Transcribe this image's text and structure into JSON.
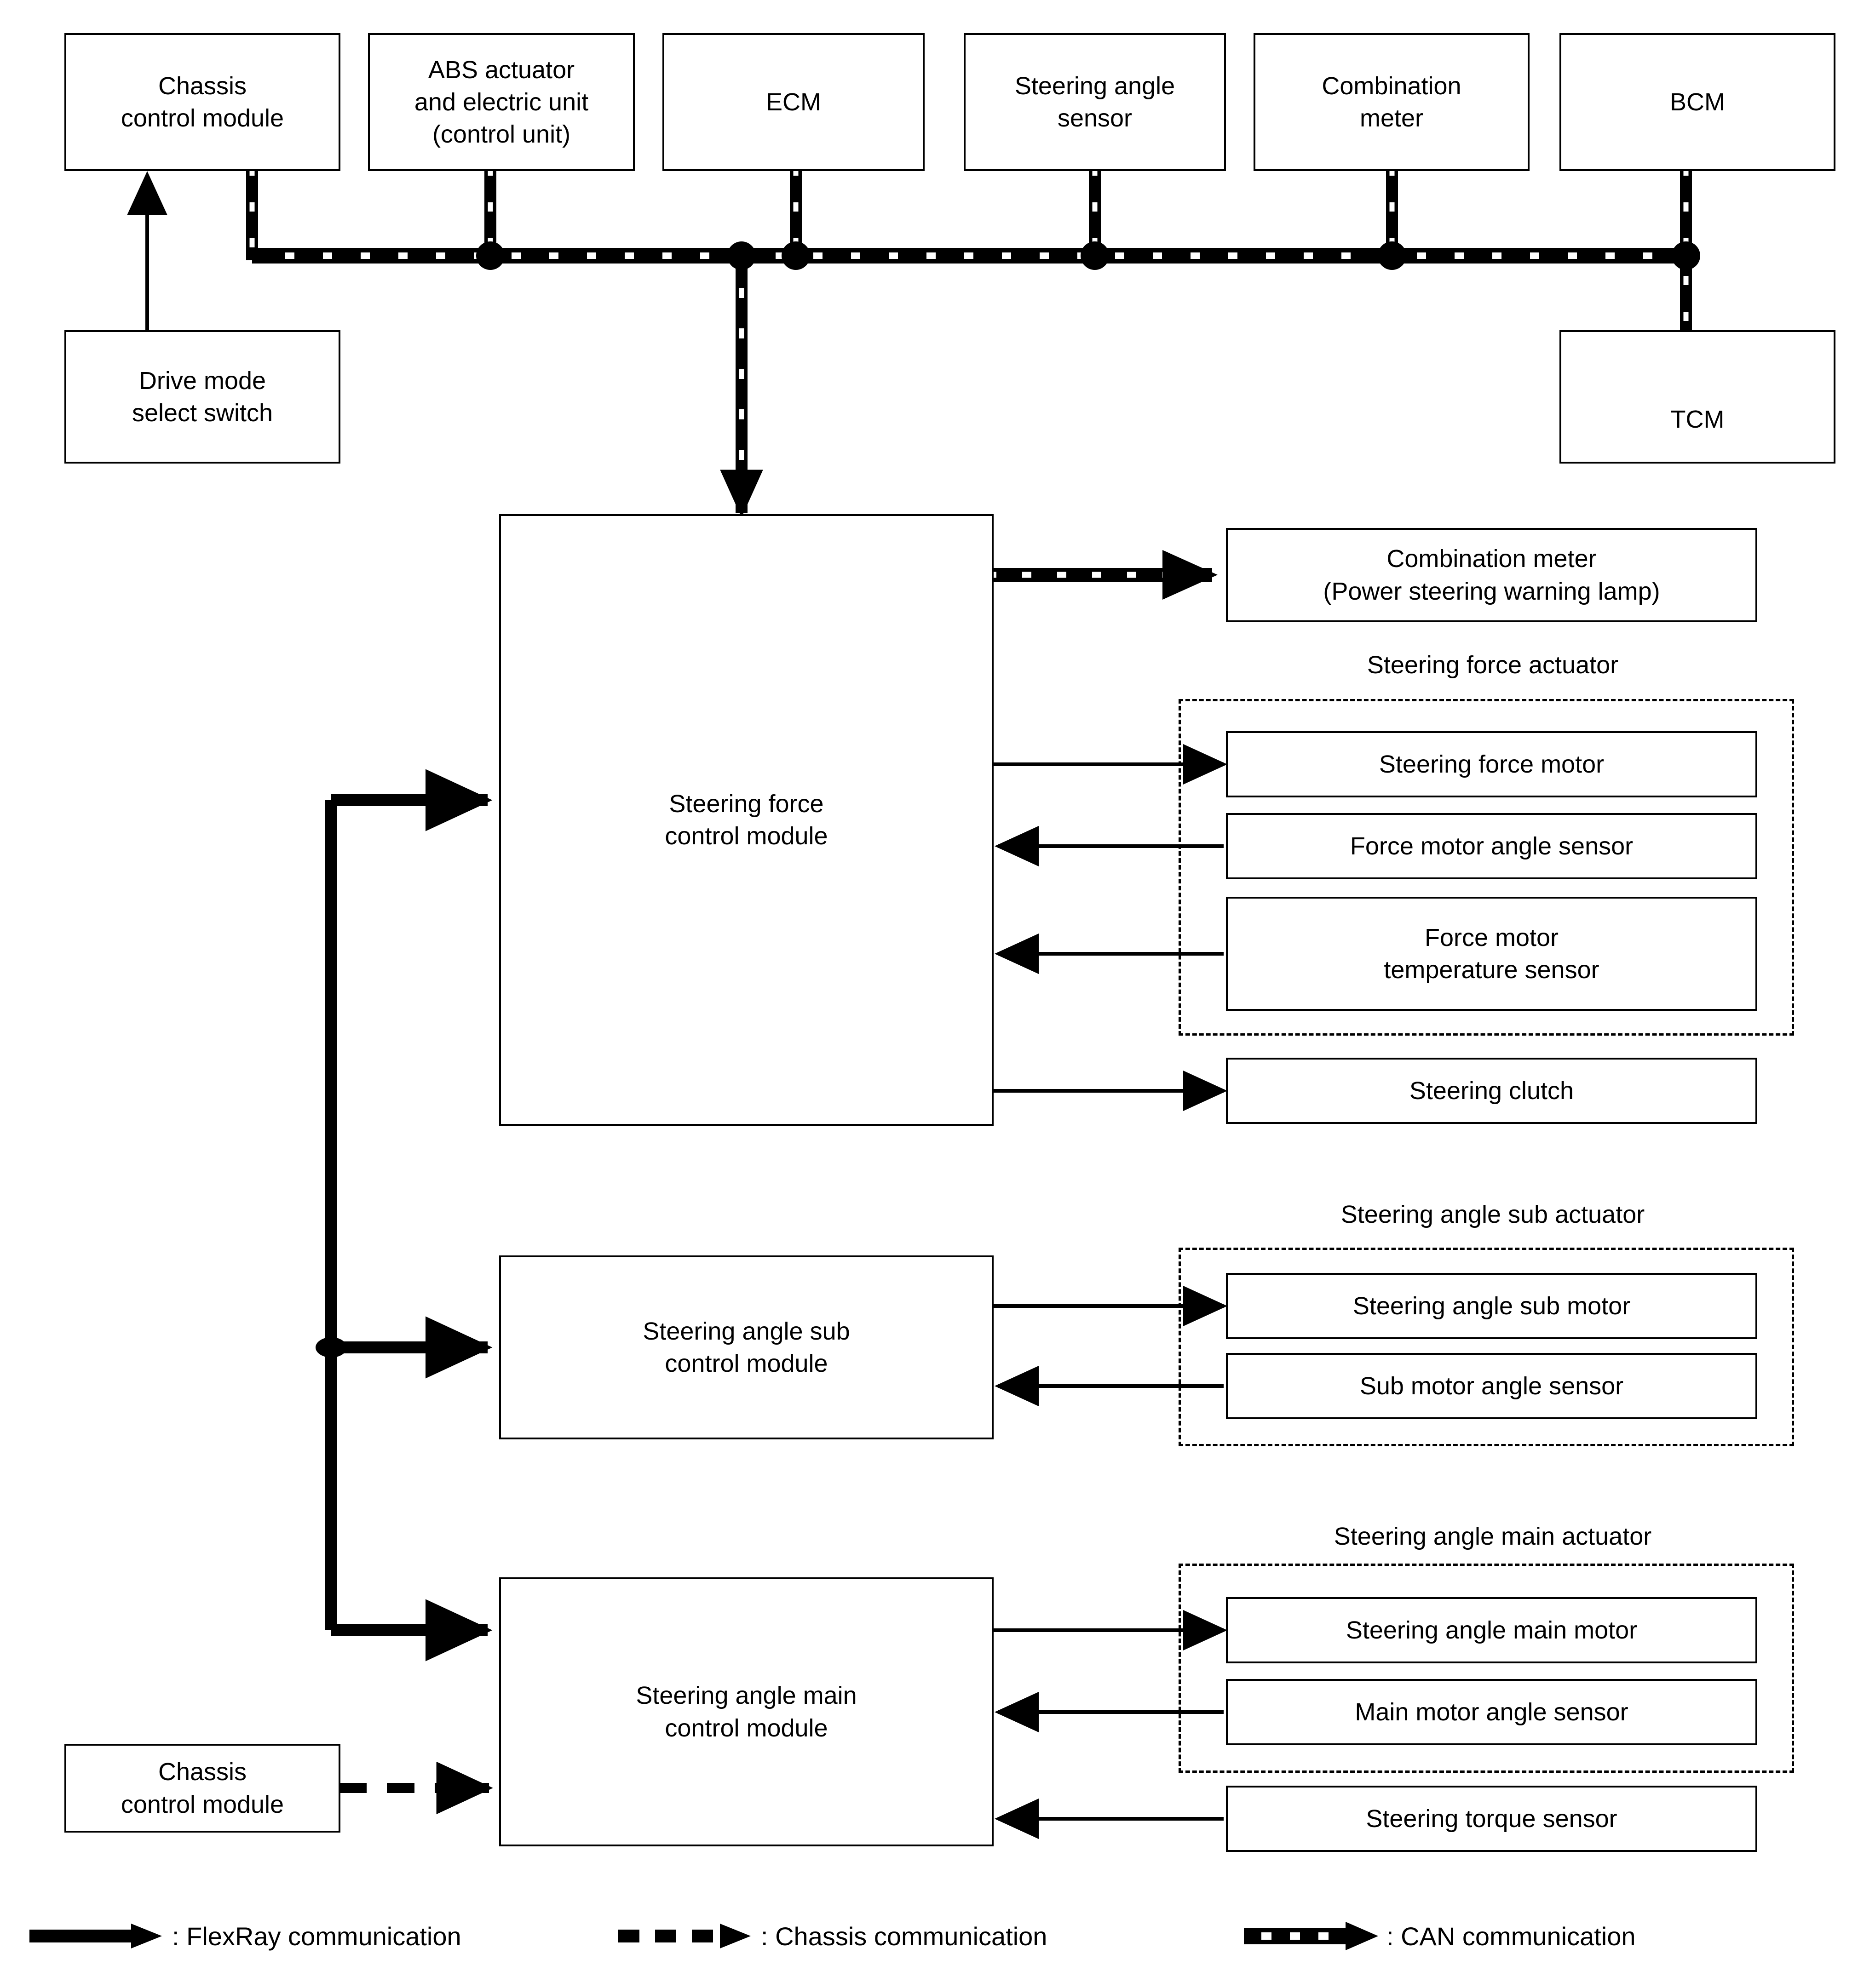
{
  "diagram": {
    "title_present": false,
    "nodes": {
      "chassis_control_module_top": "Chassis\ncontrol module",
      "abs_actuator": "ABS actuator\nand electric unit\n(control unit)",
      "ecm": "ECM",
      "steering_angle_sensor": "Steering angle\nsensor",
      "combination_meter_top": "Combination\nmeter",
      "bcm": "BCM",
      "drive_mode_select_switch": "Drive mode\nselect switch",
      "tcm": "TCM",
      "steering_force_control_module": "Steering force\ncontrol module",
      "combination_meter_warning": "Combination meter\n(Power steering warning lamp)",
      "steering_force_motor": "Steering force motor",
      "force_motor_angle_sensor": "Force motor angle sensor",
      "force_motor_temperature_sensor": "Force motor\ntemperature sensor",
      "steering_clutch": "Steering clutch",
      "steering_angle_sub_control_module": "Steering angle sub\ncontrol module",
      "steering_angle_sub_motor": "Steering angle sub motor",
      "sub_motor_angle_sensor": "Sub motor angle sensor",
      "steering_angle_main_control_module": "Steering angle main\ncontrol module",
      "steering_angle_main_motor": "Steering angle main motor",
      "main_motor_angle_sensor": "Main motor angle sensor",
      "steering_torque_sensor": "Steering torque sensor",
      "chassis_control_module_bottom": "Chassis\ncontrol module"
    },
    "group_labels": {
      "steering_force_actuator": "Steering force actuator",
      "steering_angle_sub_actuator": "Steering angle sub actuator",
      "steering_angle_main_actuator": "Steering angle main actuator"
    },
    "legend": [
      {
        "symbol": "solid-thick-arrow-icon",
        "label": ": FlexRay communication"
      },
      {
        "symbol": "dashed-thick-arrow-icon",
        "label": ": Chassis communication"
      },
      {
        "symbol": "can-dashed-bar-arrow-icon",
        "label": ": CAN communication"
      }
    ],
    "colors": {
      "line": "#000000",
      "background": "#ffffff",
      "box_border": "#000000"
    }
  }
}
